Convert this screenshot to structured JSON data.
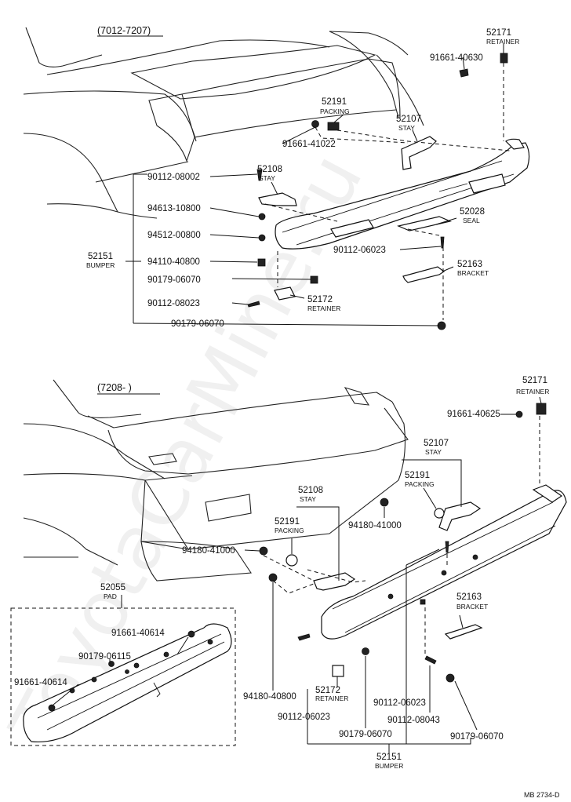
{
  "watermark": "ToyotaCarMine.ru",
  "upper": {
    "title": "(7012-7207)",
    "labels": {
      "p52171": "52171",
      "p52171_sub": "RETAINER",
      "p91661_40630": "91661-40630",
      "p52191": "52191",
      "p52191_sub": "PACKING",
      "p52107": "52107",
      "p52107_sub": "STAY",
      "p91661_41022": "91661-41022",
      "p90112_08002": "90112-08002",
      "p52108": "52108",
      "p52108_sub": "STAY",
      "p94613_10800": "94613-10800",
      "p52028": "52028",
      "p52028_sub": "SEAL",
      "p94512_00800": "94512-00800",
      "p52151": "52151",
      "p52151_sub": "BUMPER",
      "p90112_06023": "90112-06023",
      "p94110_40800": "94110-40800",
      "p52163": "52163",
      "p52163_sub": "BRACKET",
      "p90179_06070a": "90179-06070",
      "p90112_08023": "90112-08023",
      "p52172": "52172",
      "p52172_sub": "RETAINER",
      "p90179_06070b": "90179-06070"
    }
  },
  "lower": {
    "title": "(7208-     )",
    "labels": {
      "p52171": "52171",
      "p52171_sub": "RETAINER",
      "p91661_40625": "91661-40625",
      "p52107": "52107",
      "p52107_sub": "STAY",
      "p52191a": "52191",
      "p52191a_sub": "PACKING",
      "p94180_41000a": "94180-41000",
      "p52108": "52108",
      "p52108_sub": "STAY",
      "p52191b": "52191",
      "p52191b_sub": "PACKING",
      "p94180_41000b": "94180-41000",
      "p52055": "52055",
      "p52055_sub": "PAD",
      "p91661_40614a": "91661-40614",
      "p90179_06115": "90179-06115",
      "p91661_40614b": "91661-40614",
      "p52163": "52163",
      "p52163_sub": "BRACKET",
      "p94180_40800": "94180-40800",
      "p52172": "52172",
      "p52172_sub": "RETAINER",
      "p90112_06023a": "90112-06023",
      "p90112_06023b": "90112-06023",
      "p90112_08043": "90112-08043",
      "p90179_06070a": "90179-06070",
      "p90179_06070b": "90179-06070",
      "p52151": "52151",
      "p52151_sub": "BUMPER"
    }
  },
  "footer_code": "MB 2734-D"
}
